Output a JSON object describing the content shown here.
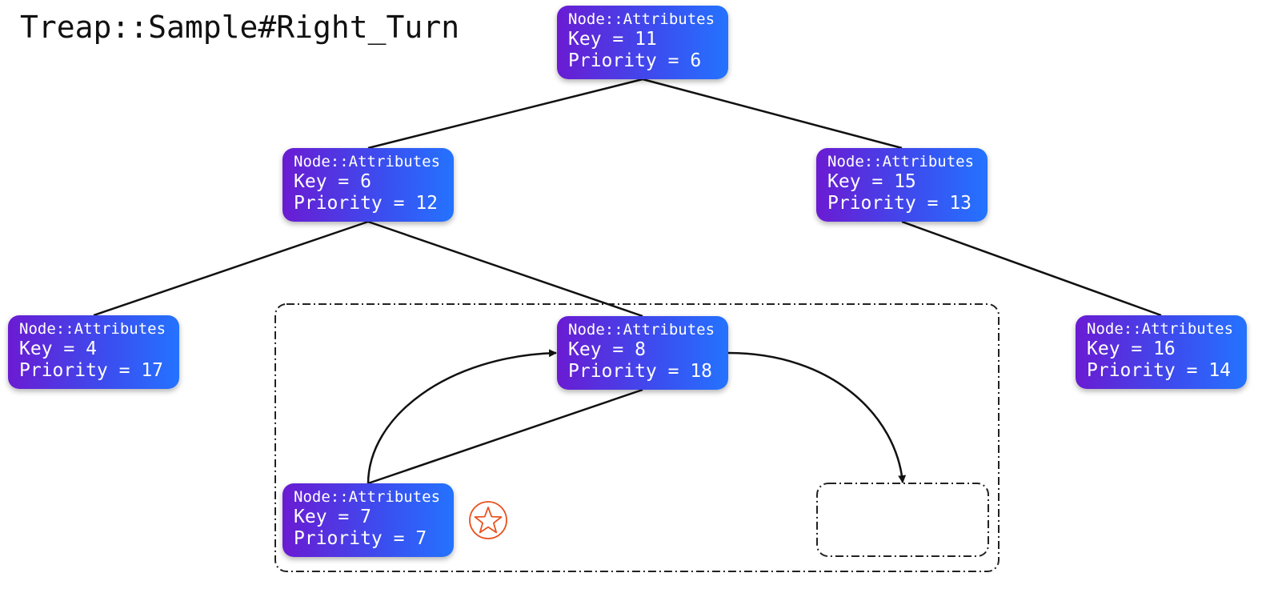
{
  "title": "Treap::Sample#Right_Turn",
  "nodes": [
    {
      "id": "n11",
      "cls": "Node::Attributes",
      "key": "Key = 11",
      "priority": "Priority = 6"
    },
    {
      "id": "n6",
      "cls": "Node::Attributes",
      "key": "Key = 6",
      "priority": "Priority = 12"
    },
    {
      "id": "n15",
      "cls": "Node::Attributes",
      "key": "Key = 15",
      "priority": "Priority = 13"
    },
    {
      "id": "n4",
      "cls": "Node::Attributes",
      "key": "Key = 4",
      "priority": "Priority = 17"
    },
    {
      "id": "n8",
      "cls": "Node::Attributes",
      "key": "Key = 8",
      "priority": "Priority = 18"
    },
    {
      "id": "n16",
      "cls": "Node::Attributes",
      "key": "Key = 16",
      "priority": "Priority = 14"
    },
    {
      "id": "n7",
      "cls": "Node::Attributes",
      "key": "Key = 7",
      "priority": "Priority = 7"
    }
  ],
  "edges": [
    {
      "from": "n11",
      "to": "n6"
    },
    {
      "from": "n11",
      "to": "n15"
    },
    {
      "from": "n6",
      "to": "n4"
    },
    {
      "from": "n6",
      "to": "n8"
    },
    {
      "from": "n15",
      "to": "n16"
    },
    {
      "from": "n8",
      "to": "n7"
    }
  ],
  "arrows": [
    {
      "from": "n7",
      "to": "n8",
      "kind": "curved"
    },
    {
      "from": "n8",
      "to": "empty-slot",
      "kind": "curved"
    }
  ],
  "icons": {
    "star": "star-icon"
  },
  "colors": {
    "node_start": "#6a1bd2",
    "node_end": "#2473ff",
    "node_text": "#ffffff",
    "edge": "#111111",
    "star": "#e8531f"
  }
}
